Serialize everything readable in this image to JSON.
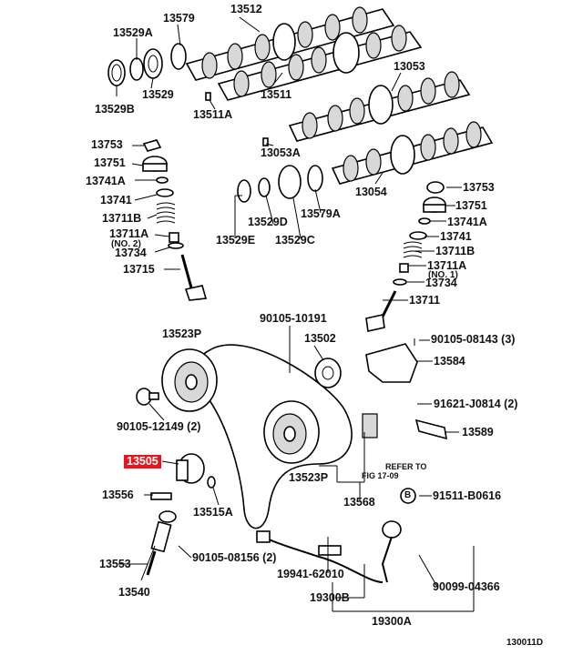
{
  "diagram_id": "130011D",
  "labels": {
    "p13512": "13512",
    "p13579": "13579",
    "p13529A": "13529A",
    "p13529": "13529",
    "p13529B": "13529B",
    "p13511": "13511",
    "p13511A": "13511A",
    "p13053": "13053",
    "p13053A": "13053A",
    "p13054": "13054",
    "p13753_l": "13753",
    "p13751_l": "13751",
    "p13741A_l": "13741A",
    "p13741_l": "13741",
    "p13711B_l": "13711B",
    "p13711A_l": "13711A",
    "p_no2": "(NO. 2)",
    "p13734_l": "13734",
    "p13715": "13715",
    "p13529E": "13529E",
    "p13529D": "13529D",
    "p13529C": "13529C",
    "p13579A": "13579A",
    "p13753_r": "13753",
    "p13751_r": "13751",
    "p13741A_r": "13741A",
    "p13741_r": "13741",
    "p13711B_r": "13711B",
    "p13711A_r": "13711A",
    "p_no1": "(NO. 1)",
    "p13734_r": "13734",
    "p13711": "13711",
    "p13523P_top": "13523P",
    "p90105_10191": "90105-10191",
    "p13502": "13502",
    "p90105_08143": "90105-08143 (3)",
    "p13584": "13584",
    "p90105_12149": "90105-12149 (2)",
    "p91621": "91621-J0814 (2)",
    "p13589": "13589",
    "p13505": "13505",
    "refer_to": "REFER TO",
    "fig": "FIG 17-09",
    "p13523P_bot": "13523P",
    "p13556": "13556",
    "p13515A": "13515A",
    "p13568": "13568",
    "callout_b": "B",
    "p91511": "91511-B0616",
    "p13553": "13553",
    "p90105_08156": "90105-08156 (2)",
    "p19941": "19941-62010",
    "p90099": "90099-04366",
    "p13540": "13540",
    "p19300B": "19300B",
    "p19300A": "19300A"
  },
  "colors": {
    "highlight": "#e8141c",
    "line": "#000000",
    "background": "#ffffff"
  }
}
